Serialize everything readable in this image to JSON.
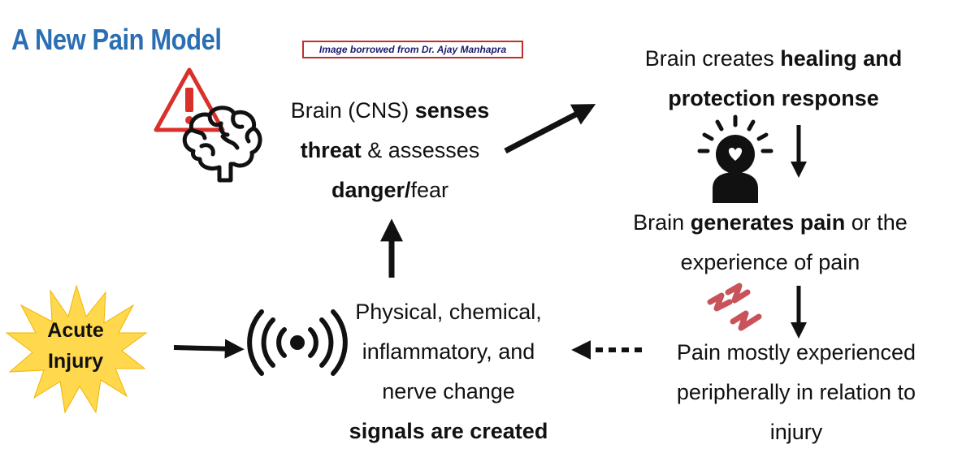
{
  "title": "A New Pain Model",
  "credit": "Image borrowed from Dr. Ajay Manhapra",
  "colors": {
    "title": "#2a6fb3",
    "credit_border": "#c0302a",
    "warning": "#d9302a",
    "star": "#ffd84d",
    "pain_bolt": "#c8535a"
  },
  "nodes": {
    "acute_injury": {
      "line1": "Acute",
      "line2": "Injury"
    },
    "brain_senses": {
      "l1_a": "Brain (CNS) ",
      "l1_b": "senses",
      "l2_a": "threat",
      "l2_b": " & assesses",
      "l3_a": "danger/",
      "l3_b": "fear"
    },
    "healing": {
      "l1_a": "Brain creates ",
      "l1_b": "healing and",
      "l2": "protection response"
    },
    "generates": {
      "l1_a": "Brain ",
      "l1_b": "generates pain",
      "l1_c": " or the",
      "l2": "experience of pain"
    },
    "peripheral": {
      "l1": "Pain mostly experienced",
      "l2": "peripherally in relation to",
      "l3": "injury"
    },
    "signals": {
      "l1": "Physical, chemical,",
      "l2": "inflammatory, and",
      "l3": "nerve change",
      "l4": "signals are created"
    }
  },
  "icons": [
    "warning-icon",
    "brain-icon",
    "person-heart-icon",
    "pain-bolt-icon",
    "signal-waves-icon",
    "star-burst-icon"
  ]
}
